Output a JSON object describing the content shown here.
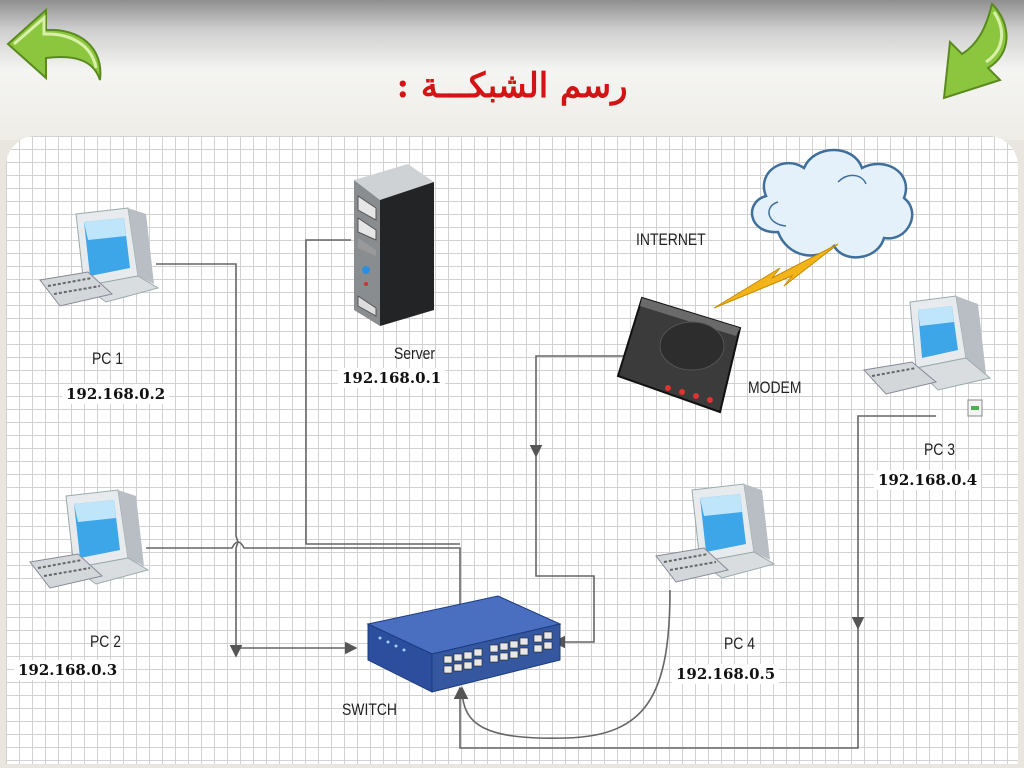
{
  "title": "رسم الشبكـــة :",
  "nav": {
    "back_icon": "curved-left-arrow-icon",
    "forward_icon": "curved-right-arrow-icon",
    "color": "#8cc63f"
  },
  "devices": {
    "pc1": {
      "label": "PC 1",
      "ip": "192.168.0.2"
    },
    "pc2": {
      "label": "PC 2",
      "ip": "192.168.0.3"
    },
    "pc3": {
      "label": "PC 3",
      "ip": "192.168.0.4"
    },
    "pc4": {
      "label": "PC 4",
      "ip": "192.168.0.5"
    },
    "server": {
      "label": "Server",
      "ip": "192.168.0.1"
    },
    "modem": {
      "label": "MODEM"
    },
    "internet": {
      "label": "INTERNET"
    },
    "switch": {
      "label": "SWITCH"
    }
  },
  "colors": {
    "title": "#d21414",
    "switch": "#2c4e9c",
    "cable": "#555555",
    "lightning": "#f2b418"
  }
}
